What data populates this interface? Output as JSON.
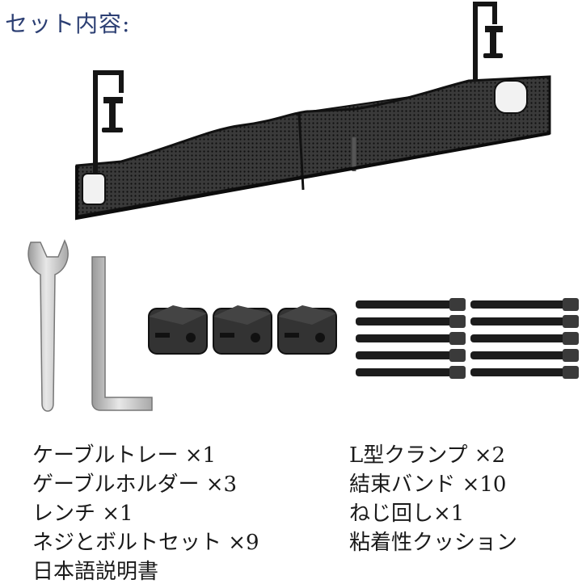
{
  "heading": "セット内容:",
  "left_items": [
    "ケーブルトレー ×1",
    "ゲーブルホルダー ×3",
    "レンチ ×1",
    "ネジとボルトセット ×9",
    "日本語説明書"
  ],
  "right_items": [
    "L型クランプ ×2",
    "結束バンド ×10",
    "ねじ回し×1",
    "粘着性クッション"
  ],
  "colors": {
    "heading": "#2c3f73",
    "text": "#1a1a1a",
    "tray": "#1b1b1b",
    "metal": "#c9c9c9",
    "block": "#2a2a2a"
  }
}
